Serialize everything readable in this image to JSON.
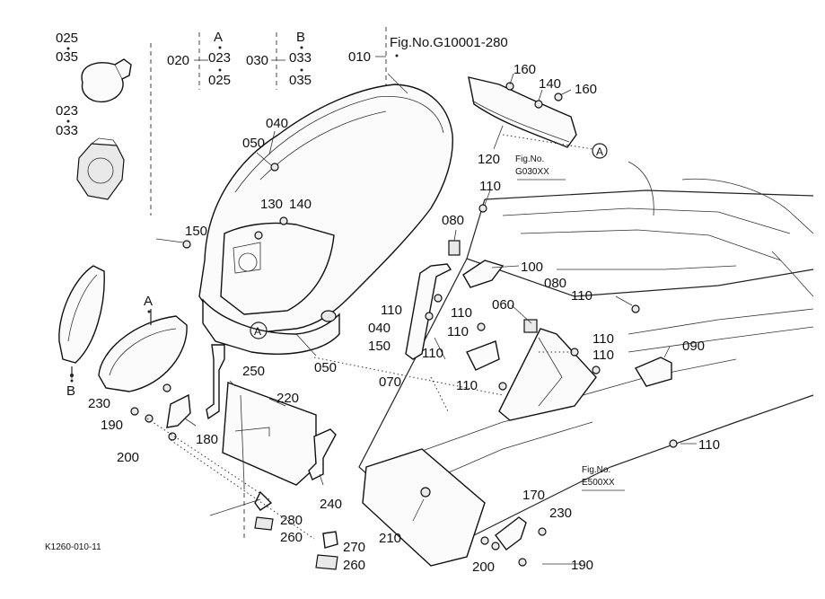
{
  "diagram_id": "K1260-010-11",
  "refs": {
    "fig_main": "Fig.No.G10001-280",
    "fig_g030": "Fig.No.\nG030XX",
    "fig_e500": "Fig.No.\nE500XX"
  },
  "callouts": {
    "a": "A",
    "b": "B",
    "circle_a": "A"
  },
  "parts": {
    "p010": "010",
    "p020": "020",
    "p023": "023",
    "p025": "025",
    "p030": "030",
    "p033": "033",
    "p035": "035",
    "p040": "040",
    "p050": "050",
    "p060": "060",
    "p070": "070",
    "p080": "080",
    "p090": "090",
    "p100": "100",
    "p110": "110",
    "p120": "120",
    "p130": "130",
    "p140": "140",
    "p150": "150",
    "p160": "160",
    "p170": "170",
    "p180": "180",
    "p190": "190",
    "p200": "200",
    "p210": "210",
    "p220": "220",
    "p230": "230",
    "p240": "240",
    "p250": "250",
    "p260": "260",
    "p270": "270",
    "p280": "280"
  }
}
